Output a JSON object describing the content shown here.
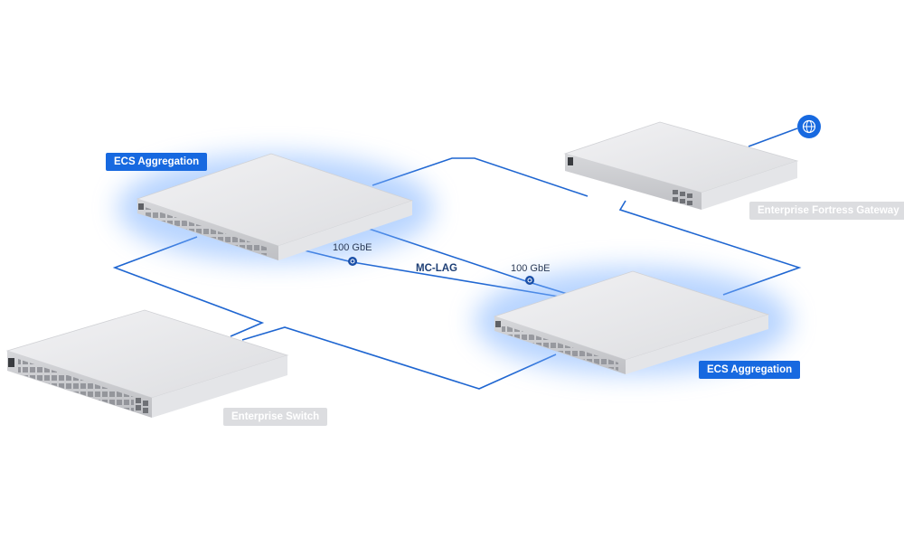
{
  "labels": {
    "ecs_agg_top": "ECS Aggregation",
    "ecs_agg_bottom": "ECS Aggregation",
    "fortress_gateway": "Enterprise Fortress Gateway",
    "enterprise_switch": "Enterprise Switch"
  },
  "links": {
    "link_a_speed": "100 GbE",
    "link_b_speed": "100 GbE",
    "mclag": "MC-LAG"
  },
  "icons": {
    "internet": "globe-icon",
    "link_badge": "link-chain-icon"
  },
  "colors": {
    "accent": "#1769e0",
    "line": "#1f66d1",
    "glow": "#7fb2ff",
    "device_top": "#e9e9ec",
    "device_front": "#cfd0d4",
    "grey_tag": "#dcdde0"
  }
}
